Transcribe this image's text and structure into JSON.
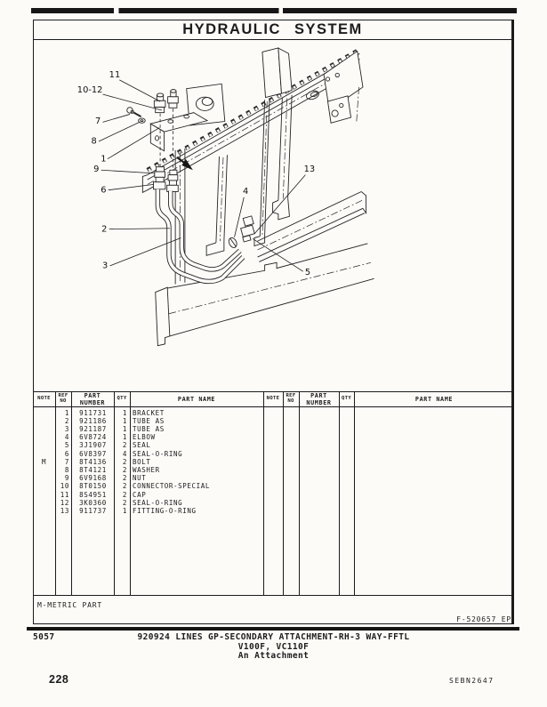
{
  "title": "HYDRAULIC SYSTEM",
  "table": {
    "headers": {
      "note": "NOTE",
      "ref1": "REF",
      "ref2": "NO",
      "part1": "PART",
      "part2": "NUMBER",
      "qty": "QTY",
      "part_name": "PART NAME"
    },
    "rows": [
      {
        "note": "",
        "ref": "1",
        "part_number": "911731",
        "qty": "1",
        "part_name": "BRACKET"
      },
      {
        "note": "",
        "ref": "2",
        "part_number": "921186",
        "qty": "1",
        "part_name": "TUBE AS"
      },
      {
        "note": "",
        "ref": "3",
        "part_number": "921187",
        "qty": "1",
        "part_name": "TUBE AS"
      },
      {
        "note": "",
        "ref": "4",
        "part_number": "6V8724",
        "qty": "1",
        "part_name": "ELBOW"
      },
      {
        "note": "",
        "ref": "5",
        "part_number": "3J1907",
        "qty": "2",
        "part_name": "SEAL"
      },
      {
        "note": "",
        "ref": "6",
        "part_number": "6V8397",
        "qty": "4",
        "part_name": "SEAL-O-RING"
      },
      {
        "note": "M",
        "ref": "7",
        "part_number": "8T4136",
        "qty": "2",
        "part_name": "BOLT"
      },
      {
        "note": "",
        "ref": "8",
        "part_number": "8T4121",
        "qty": "2",
        "part_name": "WASHER"
      },
      {
        "note": "",
        "ref": "9",
        "part_number": "6V9168",
        "qty": "2",
        "part_name": "NUT"
      },
      {
        "note": "",
        "ref": "10",
        "part_number": "8T0150",
        "qty": "2",
        "part_name": "CONNECTOR-SPECIAL"
      },
      {
        "note": "",
        "ref": "11",
        "part_number": "8S4951",
        "qty": "2",
        "part_name": "CAP"
      },
      {
        "note": "",
        "ref": "12",
        "part_number": "3K0360",
        "qty": "2",
        "part_name": "SEAL-O-RING"
      },
      {
        "note": "",
        "ref": "13",
        "part_number": "911737",
        "qty": "1",
        "part_name": "FITTING-O-RING"
      }
    ]
  },
  "diagram": {
    "callouts": [
      {
        "label": "11"
      },
      {
        "label": "10-12"
      },
      {
        "label": "7"
      },
      {
        "label": "8"
      },
      {
        "label": "1"
      },
      {
        "label": "9"
      },
      {
        "label": "6"
      },
      {
        "label": "2"
      },
      {
        "label": "3"
      },
      {
        "label": "4"
      },
      {
        "label": "13"
      },
      {
        "label": "5"
      }
    ]
  },
  "notes": {
    "metric": "M-METRIC PART",
    "form": "F-520657 EP"
  },
  "footer": {
    "section": "5057",
    "title": "920924 LINES GP-SECONDARY ATTACHMENT-RH-3 WAY-FFTL",
    "models": "V100F, VC110F",
    "subtitle": "An Attachment",
    "page": "228",
    "doc": "SEBN2647"
  },
  "colors": {
    "ink": "#1b1b1b",
    "paper": "#fcfbf8"
  }
}
